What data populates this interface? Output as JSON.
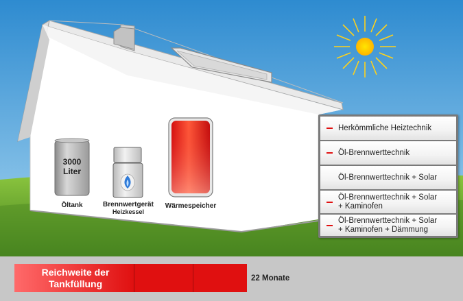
{
  "house": {
    "tank": {
      "volume_text": "3000 Liter",
      "label": "Öltank"
    },
    "boiler": {
      "label_line1": "Brennwertgerät",
      "label_line2": "Heizkessel"
    },
    "storage": {
      "label": "Wärmespeicher"
    }
  },
  "options": [
    {
      "label": "Herkömmliche Heiztechnik",
      "selected": false
    },
    {
      "label": "Öl-Brennwerttechnik",
      "selected": false
    },
    {
      "label": "Öl-Brennwerttechnik + Solar",
      "selected": true
    },
    {
      "label_line1": "Öl-Brennwerttechnik + Solar",
      "label_line2": "+ Kaminofen",
      "selected": false
    },
    {
      "label_line1": "Öl-Brennwerttechnik + Solar",
      "label_line2": "+ Kaminofen + Dämmung",
      "selected": false
    }
  ],
  "gauge": {
    "label_line1": "Reichweite der",
    "label_line2": "Tankfüllung",
    "value_text": "22 Monate",
    "segments_filled": 3
  },
  "colors": {
    "sky": "#4a9fd8",
    "grass": "#5f9b2e",
    "accent_red": "#e01010",
    "check_green": "#3aa21c",
    "sun": "#ffd21a"
  }
}
